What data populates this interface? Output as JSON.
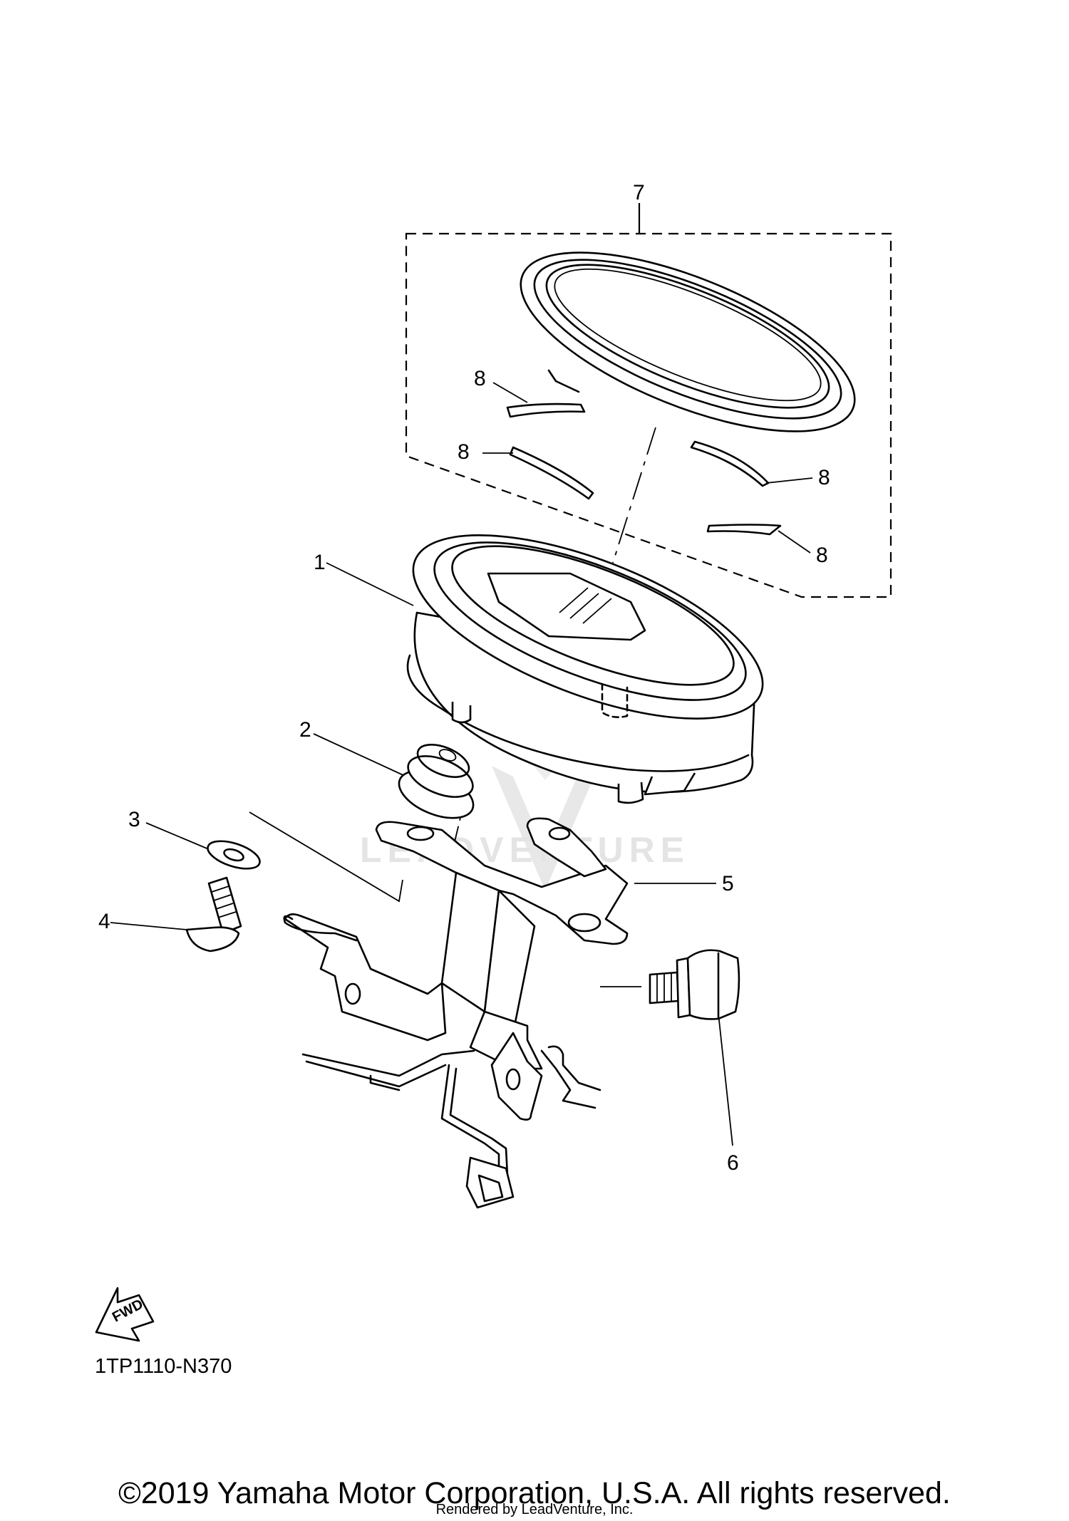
{
  "callouts": {
    "c1": "1",
    "c2": "2",
    "c3": "3",
    "c4": "4",
    "c5": "5",
    "c6": "6",
    "c7": "7",
    "c8a": "8",
    "c8b": "8",
    "c8c": "8",
    "c8d": "8"
  },
  "fwd_label": "FWD",
  "watermark_text": "LEADVENTURE",
  "diagram_code": "1TP1110-N370",
  "copyright": "©2019 Yamaha Motor Corporation, U.S.A. All rights reserved.",
  "rendered_by": "Rendered by LeadVenture, Inc."
}
